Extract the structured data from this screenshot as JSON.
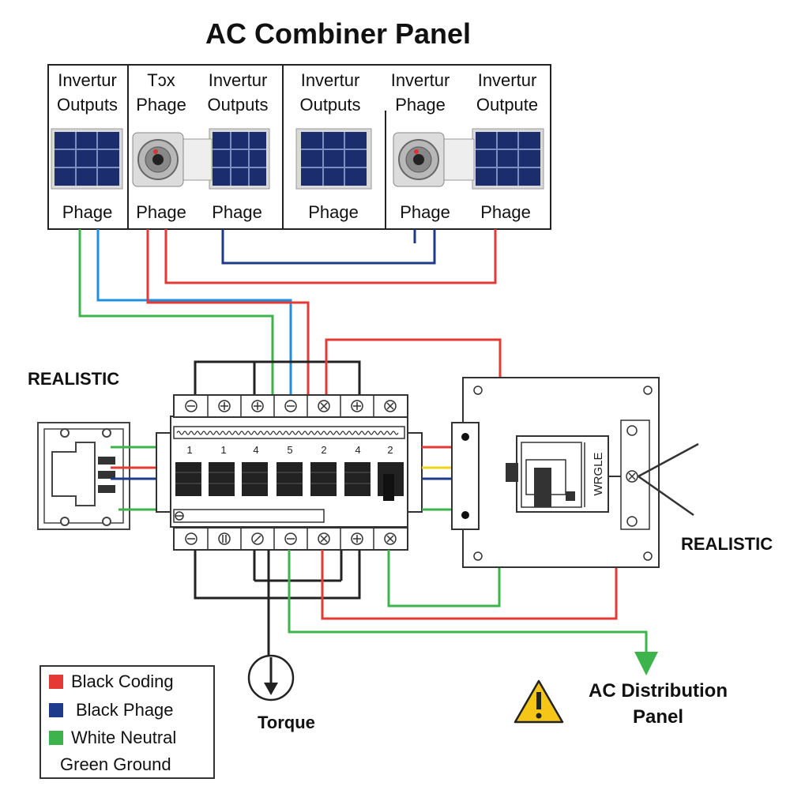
{
  "title": "AC Combiner Panel",
  "inverter_cells": [
    {
      "top": [
        "Invertur",
        "Outputs"
      ],
      "bottom": "Phage"
    },
    {
      "top": [
        "Tɔx",
        "Phage"
      ],
      "bottom": "Phage"
    },
    {
      "top": [
        "Invertur",
        "Outputs"
      ],
      "bottom": "Phage"
    },
    {
      "top": [
        "Invertur",
        "Outputs"
      ],
      "bottom": "Phage"
    },
    {
      "top": [
        "Invertur",
        "Phage"
      ],
      "bottom": "Phage"
    },
    {
      "top": [
        "Invertur",
        "Outpute"
      ],
      "bottom": "Phage"
    }
  ],
  "labels": {
    "realistic_left": "REALISTIC",
    "realistic_right": "REALISTIC",
    "torque": "Torque",
    "ac_distribution": [
      "AC Distribution",
      "Panel"
    ],
    "disconnect_label": "WRGLE"
  },
  "breaker_numbers": [
    "1",
    "1",
    "4",
    "5",
    "2",
    "4",
    "2"
  ],
  "legend": [
    {
      "label": "Black Coding",
      "color": "#e53935"
    },
    {
      "label": "Black Phage",
      "color": "#1e3a8a"
    },
    {
      "label": "White Neutral",
      "color": "#3cb44b"
    },
    {
      "label": "Green Ground",
      "color": ""
    }
  ],
  "colors": {
    "red_wire": "#e53935",
    "blue_wire": "#1f8fe0",
    "navy_wire": "#1e3a8a",
    "green_wire": "#3cb44b",
    "yellow_wire": "#f2d31b",
    "black_wire": "#222222",
    "solar_cell": "#1c2d6e",
    "warning": "#f5c518"
  },
  "icons": {
    "solar_panel": "solar-panel-icon",
    "meter": "meter-icon",
    "torque": "torque-arrow-icon",
    "warning": "warning-icon"
  }
}
